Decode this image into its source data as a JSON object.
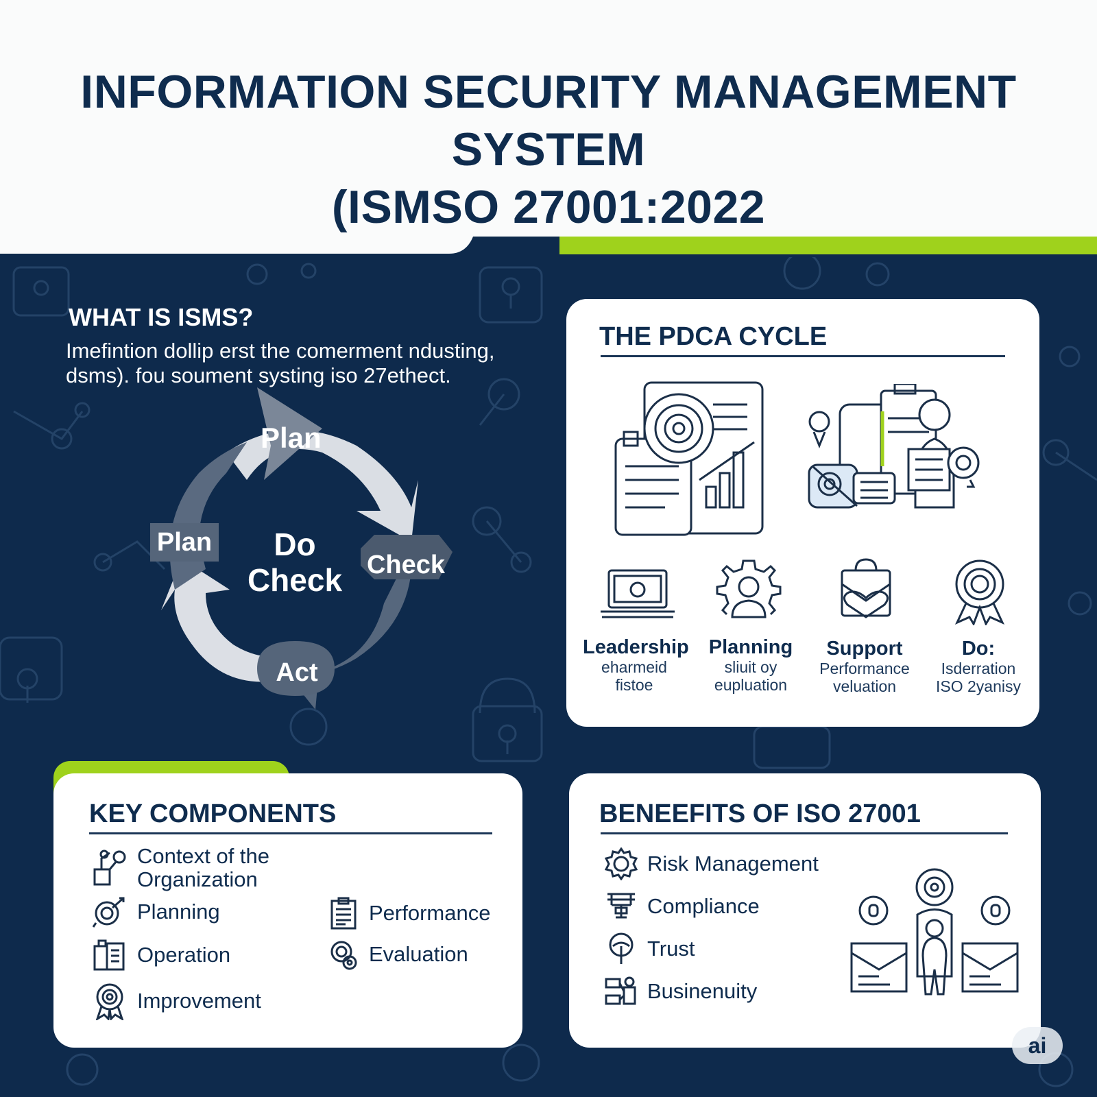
{
  "header": {
    "title_line1": "INFORMATION SECURITY MANAGEMENT SYSTEM",
    "title_line2": "(ISMSO 27001:2022"
  },
  "isms": {
    "heading": "WHAT IS ISMS?",
    "body": "Imefintion dollip erst the comerment ndusting, dsms). fou soument systing iso 27ethect."
  },
  "cycle": {
    "plan_top": "Plan",
    "plan_left": "Plan",
    "center_do": "Do",
    "center_check": "Check",
    "check": "Check",
    "act": "Act"
  },
  "pdca": {
    "title": "THE PDCA CYCLE",
    "items": [
      {
        "title": "Leadership",
        "sub1": "eharmeid",
        "sub2": "fistoe",
        "icon": "laptop-icon"
      },
      {
        "title": "Planning",
        "sub1": "sliuit oy",
        "sub2": "eupluation",
        "icon": "gear-person-icon"
      },
      {
        "title": "Support",
        "sub1": "Performance",
        "sub2": "veluation",
        "icon": "heart-bag-icon"
      },
      {
        "title": "Do:",
        "sub1": "Isderration",
        "sub2": "ISO 2yanisy",
        "icon": "award-ribbon-icon"
      }
    ]
  },
  "key_components": {
    "title": "KEY COMPONENTS",
    "items": [
      {
        "label": "Context of the Organization",
        "icon": "context-icon"
      },
      {
        "label": "Planning",
        "icon": "planning-icon"
      },
      {
        "label": "Operation",
        "icon": "operation-icon"
      },
      {
        "label": "Improvement",
        "icon": "improvement-icon"
      },
      {
        "label": "Performance",
        "icon": "performance-icon"
      },
      {
        "label": "Evaluation",
        "icon": "evaluation-icon"
      }
    ]
  },
  "benefits": {
    "title": "BENEEFITS OF ISO 27001",
    "items": [
      {
        "label": "Risk Management",
        "icon": "gear-icon"
      },
      {
        "label": "Compliance",
        "icon": "compliance-icon"
      },
      {
        "label": "Trust",
        "icon": "trust-icon"
      },
      {
        "label": "Businenuity",
        "icon": "business-icon"
      }
    ]
  },
  "badge": "ai",
  "colors": {
    "navy": "#0e2a4c",
    "lime": "#9fd21c",
    "white": "#ffffff",
    "arrow_light": "#d9dde3",
    "arrow_dark": "#55657a"
  }
}
